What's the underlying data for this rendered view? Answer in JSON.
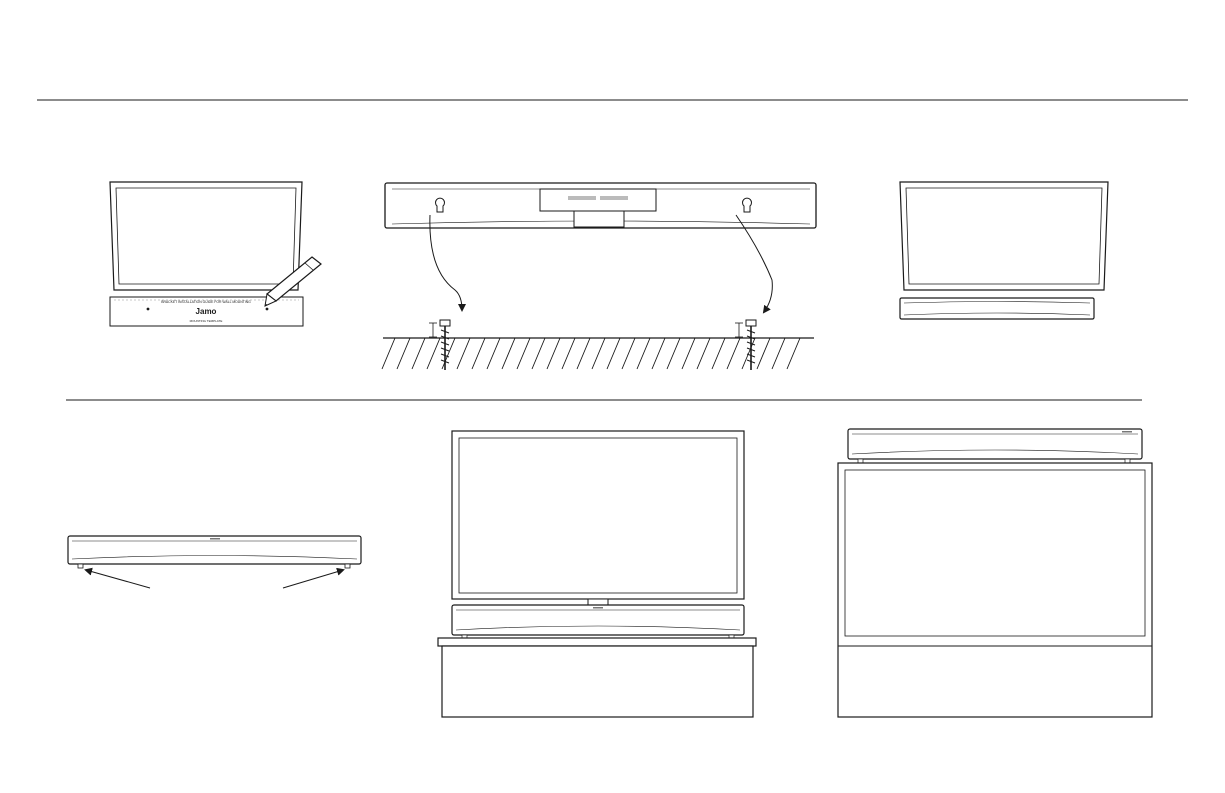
{
  "template": {
    "brand": "Jamo",
    "top_line": "BRACKET INSTALLATION GUIDE FOR WALL MOUNTING",
    "bottom_line": "MOUNTING TEMPLATE"
  },
  "colors": {
    "ink": "#1a1a1a",
    "panel_fill": "#ffffff",
    "bar_fill": "#ffffff",
    "grille": "#777777"
  },
  "icons": [
    "pencil-icon",
    "screw-icon",
    "arrow-icon"
  ]
}
